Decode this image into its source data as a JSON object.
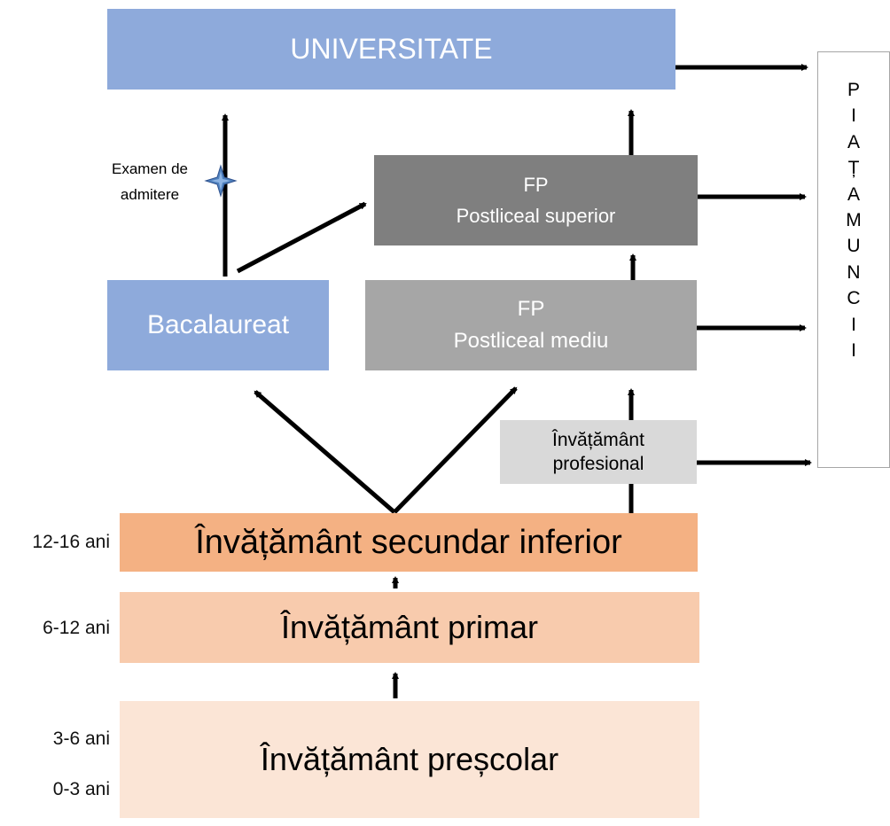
{
  "colors": {
    "university": "#8eaadb",
    "bacalaureat": "#8eaadb",
    "fp_superior": "#7f7f7f",
    "fp_mediu": "#a6a6a6",
    "profesional": "#d9d9d9",
    "secundar": "#f4b183",
    "primar": "#f8cbad",
    "prescolar": "#fbe5d6",
    "arrow": "#000000",
    "exam_star": "#4f81bd"
  },
  "nodes": {
    "university": {
      "label": "UNIVERSITATE"
    },
    "bacalaureat": {
      "label": "Bacalaureat"
    },
    "fp_superior": {
      "line1": "FP",
      "line2": "Postliceal superior"
    },
    "fp_mediu": {
      "line1": "FP",
      "line2": "Postliceal mediu"
    },
    "profesional": {
      "line1": "Învățământ",
      "line2": "profesional"
    },
    "secundar": {
      "label": "Învățământ secundar inferior"
    },
    "primar": {
      "label": "Învățământ primar"
    },
    "prescolar": {
      "label": "Învățământ preșcolar"
    },
    "piata": {
      "letters": [
        "P",
        "I",
        "A",
        "Ț",
        "A",
        "M",
        "U",
        "N",
        "C",
        "I",
        "I"
      ]
    }
  },
  "exam": {
    "line1": "Examen de",
    "line2": "admitere",
    "icon": "star-icon"
  },
  "ages": {
    "secundar": "12-16 ani",
    "primar": "6-12 ani",
    "prescolar_upper": "3-6 ani",
    "prescolar_lower": "0-3 ani"
  }
}
